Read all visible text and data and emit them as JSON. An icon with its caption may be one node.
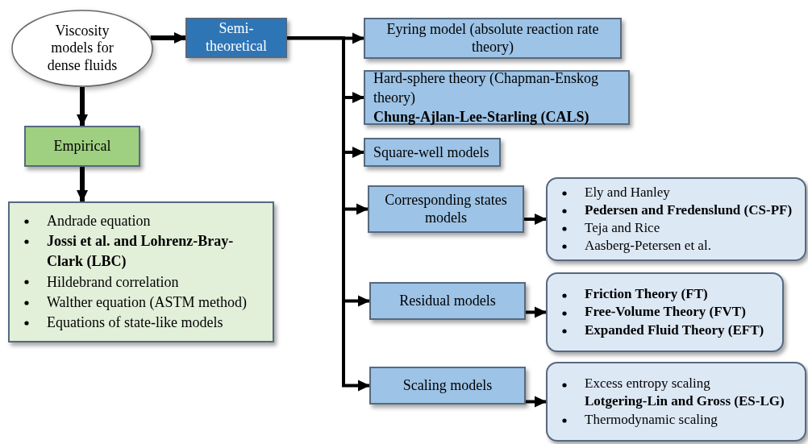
{
  "diagram": {
    "nodes": [
      {
        "text": [
          "Viscosity models for dense fluids"
        ]
      },
      {
        "text": [
          "Semi-theoretical"
        ]
      },
      {
        "text": [
          "Empirical"
        ]
      },
      {
        "text": [
          "Andrade equation",
          "Jossi et al. and Lohrenz-Bray-Clark (LBC)",
          "Hildebrand correlation",
          "Walther equation (ASTM method)",
          "Equations of state-like models"
        ]
      },
      {
        "text": [
          "Eyring model (absolute reaction rate theory)"
        ]
      },
      {
        "text": [
          "Hard-sphere theory (Chapman-Enskog theory)",
          "Chung-Ajlan-Lee-Starling (CALS)"
        ]
      },
      {
        "text": [
          "Square-well models"
        ]
      },
      {
        "text": [
          "Corresponding states models"
        ]
      },
      {
        "text": [
          "Ely and Hanley",
          "Pedersen and Fredenslund (CS-PF)",
          "Teja and Rice",
          "Aasberg-Petersen et al."
        ]
      },
      {
        "text": [
          "Residual models"
        ]
      },
      {
        "text": [
          "Friction Theory (FT)",
          "Free-Volume Theory (FVT)",
          "Expanded Fluid Theory (EFT)"
        ]
      },
      {
        "text": [
          "Scaling models"
        ]
      },
      {
        "text": [
          "Excess entropy scaling **Lotgering-Lin and Gross (ES-LG)**",
          "Thermodynamic scaling"
        ]
      }
    ],
    "edges": [
      {
        "from": 0,
        "to": 1,
        "arrow": "to"
      },
      {
        "from": 0,
        "to": 2,
        "arrow": "to"
      },
      {
        "from": 2,
        "to": 3,
        "arrow": "to"
      },
      {
        "from": 1,
        "to": 4,
        "arrow": "to"
      },
      {
        "from": 1,
        "to": 5,
        "arrow": "to"
      },
      {
        "from": 1,
        "to": 6,
        "arrow": "to"
      },
      {
        "from": 1,
        "to": 7,
        "arrow": "to"
      },
      {
        "from": 1,
        "to": 9,
        "arrow": "to"
      },
      {
        "from": 1,
        "to": 11,
        "arrow": "to"
      },
      {
        "from": 7,
        "to": 8,
        "arrow": "to"
      },
      {
        "from": 9,
        "to": 10,
        "arrow": "to"
      },
      {
        "from": 11,
        "to": 12,
        "arrow": "to"
      }
    ]
  }
}
